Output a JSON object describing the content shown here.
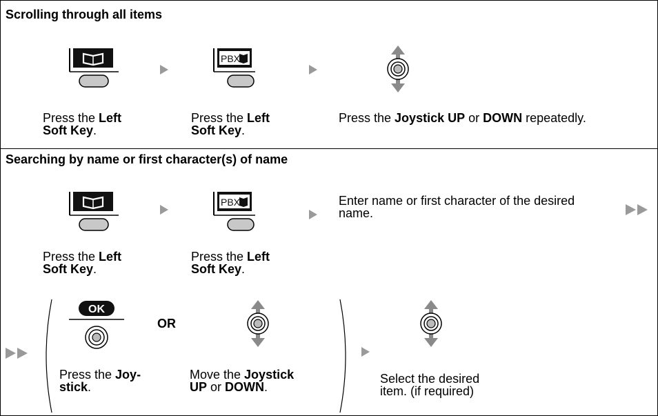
{
  "section1": {
    "title": "Scrolling through all items",
    "step1": {
      "pre": "Press the ",
      "b1": "Left",
      "l2b": "Soft Key",
      "l2tail": "."
    },
    "step2": {
      "pre": "Press the ",
      "b1": "Left",
      "l2b": "Soft Key",
      "l2tail": "."
    },
    "step3": {
      "pre": "Press the ",
      "b1": "Joystick UP",
      "mid": " or ",
      "b2": "DOWN",
      "tail": " repeatedly."
    }
  },
  "section2": {
    "title": "Searching by name or first character(s) of name",
    "step1": {
      "pre": "Press the ",
      "b1": "Left",
      "l2b": "Soft Key",
      "l2tail": "."
    },
    "step2": {
      "pre": "Press the ",
      "b1": "Left",
      "l2b": "Soft Key",
      "l2tail": "."
    },
    "enter_line1": "Enter name or first character of the desired",
    "enter_line2": "name.",
    "ok_label": "OK",
    "or_label": "OR",
    "joy_press": {
      "pre": "Press the ",
      "b1": "Joy-",
      "l2b": "stick",
      "l2tail": "."
    },
    "joy_move": {
      "pre": "Move the ",
      "b1": "Joystick",
      "l2b1": "UP",
      "l2mid": " or ",
      "l2b2": "DOWN",
      "l2tail": "."
    },
    "select_line1": "Select the desired",
    "select_line2": "item. (if required)"
  },
  "icons": {
    "phonebook_key_label": "",
    "pbx_key_label": "PBX"
  }
}
